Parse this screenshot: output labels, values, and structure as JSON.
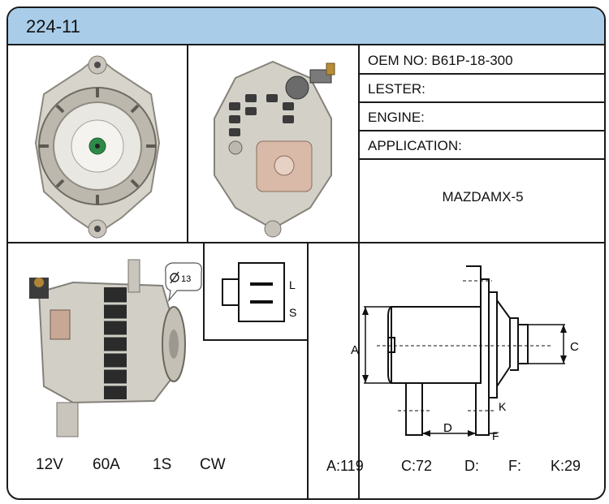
{
  "header": {
    "title": "224-11"
  },
  "specs": {
    "oem_label": "OEM NO:",
    "oem_value": "B61P-18-300",
    "lester_label": "LESTER:",
    "engine_label": "ENGINE:",
    "application_label": "APPLICATION:",
    "application_value": "MAZDAMX-5"
  },
  "connector": {
    "pin_top": "L",
    "pin_bottom": "S"
  },
  "side_view": {
    "bolt_callout": "13"
  },
  "ratings": {
    "voltage": "12V",
    "amperage": "60A",
    "pulley": "1S",
    "rotation": "CW"
  },
  "drawing": {
    "label_a": "A",
    "label_c": "C",
    "label_d": "D",
    "label_f": "F",
    "label_k": "K"
  },
  "dimensions": {
    "a": "A:119",
    "c": "C:72",
    "d": "D:",
    "f": "F:",
    "k": "K:29"
  }
}
